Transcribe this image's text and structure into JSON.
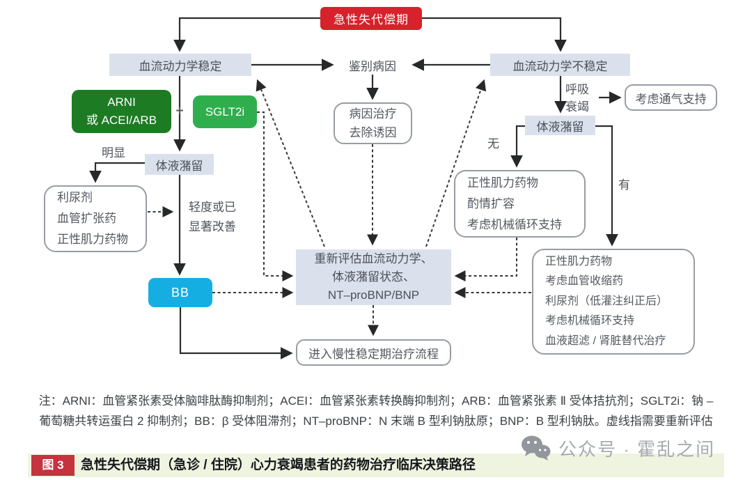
{
  "colors": {
    "accent_red": "#d7212b",
    "node_bluegray": "#dbe1ec",
    "arni_green": "#1d7b24",
    "sglt2i_green": "#2fae4d",
    "bb_cyan": "#15aee3",
    "caption_red": "#c5333f",
    "caption_strip": "#eff4e1"
  },
  "flowchart": {
    "nodes": {
      "acute": "急性失代偿期",
      "stable": "血流动力学稳定",
      "identify": "鉴别病因",
      "unstable": "血流动力学不稳定",
      "arni": [
        "ARNI",
        "或 ACEI/ARB"
      ],
      "plus": "+",
      "sglt2i": "SGLT2i",
      "cause_tx": [
        "病因治疗",
        "去除诱因"
      ],
      "resp_failure": [
        "呼吸",
        "衰竭"
      ],
      "vent_support": "考虑通气支持",
      "congestion_left": "体液潴留",
      "congestion_right": "体液潴留",
      "obvious": "明显",
      "none": "无",
      "yes": "有",
      "diuretics": [
        "利尿剂",
        "血管扩张药",
        "正性肌力药物"
      ],
      "mild_improved": [
        "轻度或已",
        "显著改善"
      ],
      "inotropes": [
        "正性肌力药物",
        "酌情扩容",
        "考虑机械循环支持"
      ],
      "bb": "BB",
      "reassess": [
        "重新评估血流动力学、",
        "体液潴留状态、",
        "NT–proBNP/BNP"
      ],
      "unstable_tx": [
        "正性肌力药物",
        "考虑血管收缩药",
        "利尿剂（低灌注纠正后）",
        "考虑机械循环支持",
        "血液超滤 / 肾脏替代治疗"
      ],
      "chronic": "进入慢性稳定期治疗流程"
    },
    "note": {
      "line1": "注：ARNI：血管紧张素受体脑啡肽酶抑制剂；ACEI：血管紧张素转换酶抑制剂；ARB：血管紧张素 Ⅱ 受体拮抗剂；SGLT2i：钠 –",
      "line2": "葡萄糖共转运蛋白 2 抑制剂；BB：β 受体阻滞剂；NT–proBNP：N 末端 B 型利钠肽原；BNP：B 型利钠肽。虚线指需要重新评估"
    },
    "caption": {
      "tag": "图 3",
      "text": "急性失代偿期（急诊 / 住院）心力衰竭患者的药物治疗临床决策路径"
    },
    "watermark": "公众号 · 霍乱之间"
  }
}
